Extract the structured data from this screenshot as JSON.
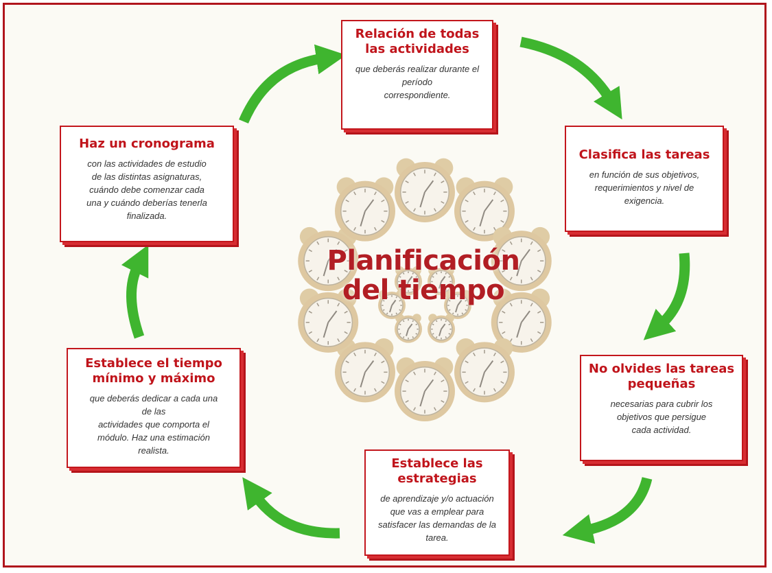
{
  "center_title": {
    "line1": "Planificación",
    "line2": "del tiempo"
  },
  "colors": {
    "accent_red": "#c0141b",
    "arrow_green": "#3fb52f",
    "background": "#fbfaf4"
  },
  "icons": {
    "arrow": "curved-arrow-icon",
    "clock": "alarm-clock-illustration"
  },
  "cards": [
    {
      "title": "Relación de todas las actividades",
      "text": "que deberás realizar durante el\nperíodo\ncorrespondiente."
    },
    {
      "title": "Clasifica las tareas",
      "text": "en función de sus objetivos,\nrequerimientos y nivel de\nexigencia."
    },
    {
      "title": "No olvides las tareas pequeñas",
      "text": "necesarias para cubrir los\nobjetivos que persigue\ncada actividad."
    },
    {
      "title": "Establece las estrategias",
      "text": "de aprendizaje y/o actuación\nque vas a emplear para\nsatisfacer las demandas de la\ntarea."
    },
    {
      "title": "Establece el tiempo mínimo y máximo",
      "text": "que deberás dedicar a cada una\nde las\nactividades que comporta el\nmódulo. Haz una estimación\nrealista."
    },
    {
      "title": "Haz un cronograma",
      "text": "con las actividades de estudio\nde las distintas asignaturas,\ncuándo debe comenzar cada\nuna y cuándo deberías tenerla\nfinalizada."
    }
  ]
}
